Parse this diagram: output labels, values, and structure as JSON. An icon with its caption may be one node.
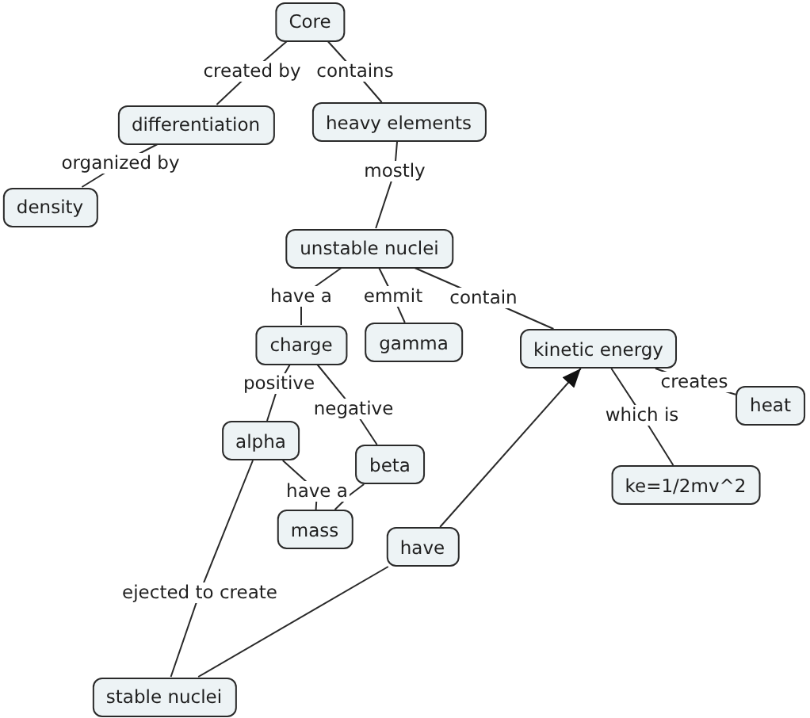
{
  "diagram": {
    "nodes": [
      {
        "text": [
          "Core"
        ]
      },
      {
        "text": [
          "differentiation"
        ]
      },
      {
        "text": [
          "heavy elements"
        ]
      },
      {
        "text": [
          "density"
        ]
      },
      {
        "text": [
          "unstable nuclei"
        ]
      },
      {
        "text": [
          "charge"
        ]
      },
      {
        "text": [
          "gamma"
        ]
      },
      {
        "text": [
          "kinetic energy"
        ]
      },
      {
        "text": [
          "heat"
        ]
      },
      {
        "text": [
          "alpha"
        ]
      },
      {
        "text": [
          "beta"
        ]
      },
      {
        "text": [
          "ke=1/2mv^2"
        ]
      },
      {
        "text": [
          "mass"
        ]
      },
      {
        "text": [
          "have"
        ]
      },
      {
        "text": [
          "stable nuclei"
        ]
      }
    ],
    "edges": [
      {
        "from": 0,
        "to": 1,
        "label": "created by",
        "arrow": "none"
      },
      {
        "from": 0,
        "to": 2,
        "label": "contains",
        "arrow": "none"
      },
      {
        "from": 1,
        "to": 3,
        "label": "organized by",
        "arrow": "none"
      },
      {
        "from": 2,
        "to": 4,
        "label": "mostly",
        "arrow": "none"
      },
      {
        "from": 4,
        "to": 5,
        "label": "have a",
        "arrow": "none"
      },
      {
        "from": 4,
        "to": 6,
        "label": "emmit",
        "arrow": "none"
      },
      {
        "from": 4,
        "to": 7,
        "label": "contain",
        "arrow": "none"
      },
      {
        "from": 5,
        "to": 9,
        "label": "positive",
        "arrow": "none"
      },
      {
        "from": 5,
        "to": 10,
        "label": "negative",
        "arrow": "none"
      },
      {
        "from": 7,
        "to": 8,
        "label": "creates",
        "arrow": "none"
      },
      {
        "from": 7,
        "to": 11,
        "label": "which is",
        "arrow": "none"
      },
      {
        "from": 9,
        "to": 12,
        "label": "have a",
        "arrow": "none"
      },
      {
        "from": 10,
        "to": 12,
        "arrow": "none"
      },
      {
        "from": 9,
        "to": 14,
        "label": "ejected to create",
        "arrow": "none"
      },
      {
        "from": 14,
        "to": 13,
        "arrow": "none"
      },
      {
        "from": 13,
        "to": 7,
        "arrow": "to"
      }
    ]
  }
}
